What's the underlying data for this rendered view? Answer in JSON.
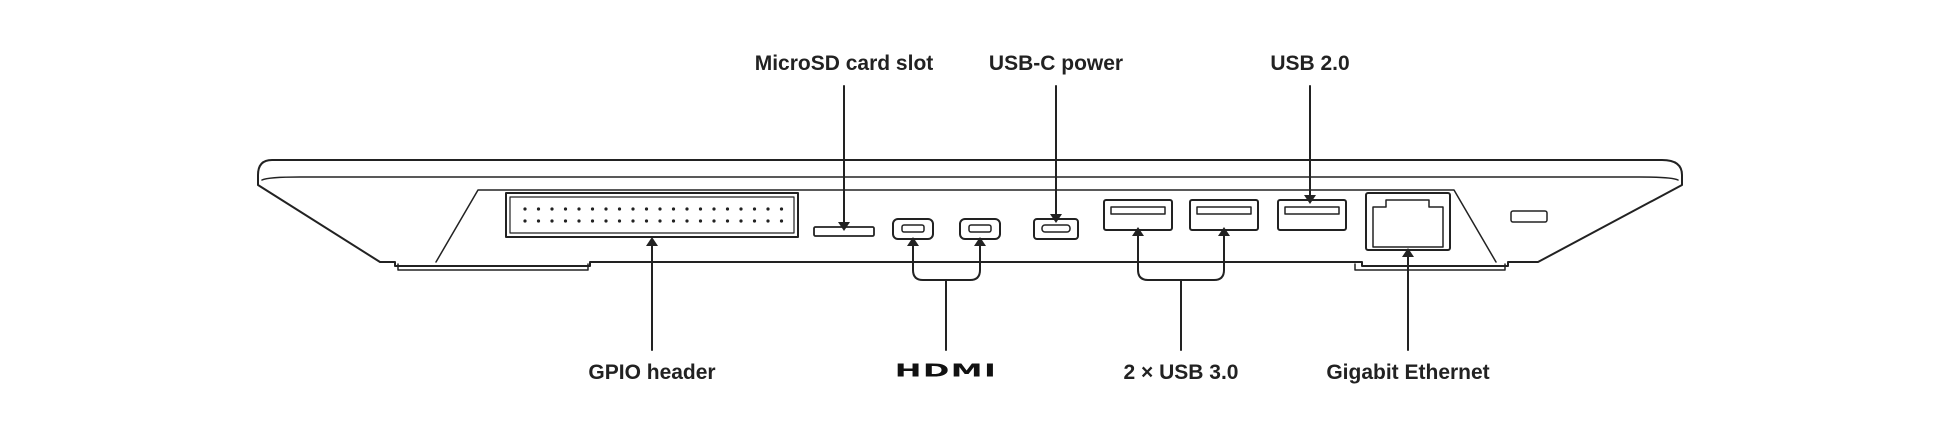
{
  "labels": {
    "microsd": "MicroSD card slot",
    "usbc": "USB-C power",
    "usb2": "USB 2.0",
    "gpio": "GPIO header",
    "hdmi": "HDMI",
    "usb3": "2 × USB 3.0",
    "ethernet": "Gigabit Ethernet"
  },
  "colors": {
    "stroke": "#222222",
    "background": "#ffffff"
  }
}
